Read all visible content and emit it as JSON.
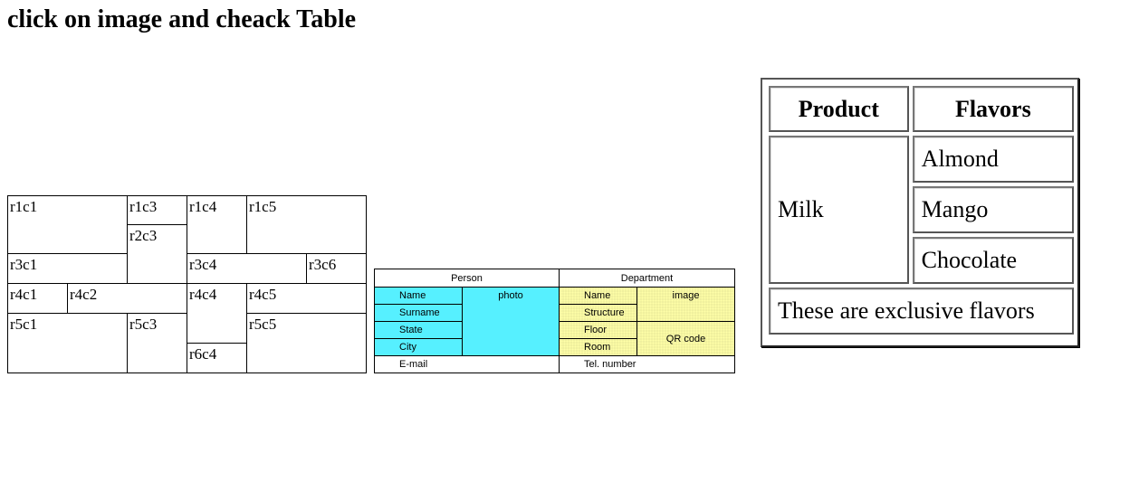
{
  "page": {
    "title": "click on image and cheack Table"
  },
  "grid_table": {
    "cells": {
      "r1c1": "r1c1",
      "r1c3": "r1c3",
      "r1c4": "r1c4",
      "r1c5": "r1c5",
      "r2c3": "r2c3",
      "r3c1": "r3c1",
      "r3c4": "r3c4",
      "r3c6": "r3c6",
      "r4c1": "r4c1",
      "r4c2": "r4c2",
      "r4c4": "r4c4",
      "r4c5": "r4c5",
      "r5c1": "r5c1",
      "r5c3": "r5c3",
      "r5c5": "r5c5",
      "r6c4": "r6c4"
    }
  },
  "person_department_table": {
    "headers": {
      "person": "Person",
      "department": "Department"
    },
    "person_fields": [
      "Name",
      "Surname",
      "State",
      "City"
    ],
    "person_photo": "photo",
    "person_email": "E-mail",
    "department_fields": [
      "Name",
      "Structure",
      "Floor",
      "Room"
    ],
    "department_image": "image",
    "department_qr": "QR code",
    "department_tel": "Tel. number",
    "colors": {
      "person": "#56f0ff",
      "department": "#ffffa8"
    }
  },
  "flavors_table": {
    "headers": {
      "product": "Product",
      "flavors": "Flavors"
    },
    "product": "Milk",
    "flavors": [
      "Almond",
      "Mango",
      "Chocolate"
    ],
    "footer": "These are exclusive flavors"
  }
}
